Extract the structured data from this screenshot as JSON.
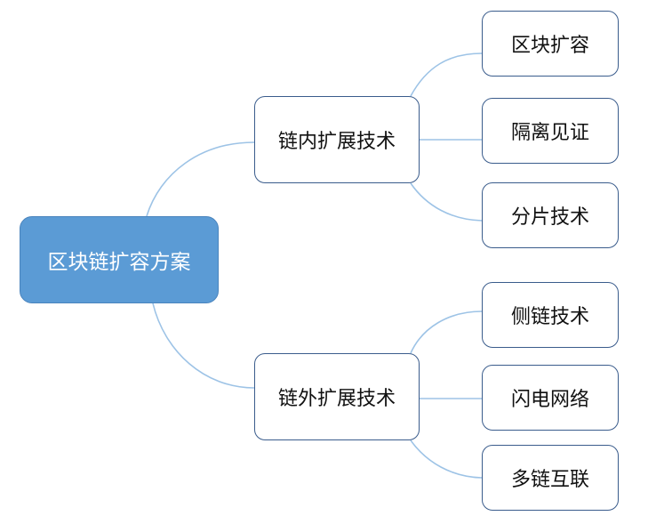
{
  "root": {
    "label": "区块链扩容方案"
  },
  "branches": [
    {
      "label": "链内扩展技术",
      "children": [
        "区块扩容",
        "隔离见证",
        "分片技术"
      ]
    },
    {
      "label": "链外扩展技术",
      "children": [
        "侧链技术",
        "闪电网络",
        "多链互联"
      ]
    }
  ],
  "colors": {
    "root_fill": "#5b9bd5",
    "root_text": "#ffffff",
    "node_border": "#3a5c8c",
    "connector": "#9dc3e6",
    "text": "#111111"
  }
}
